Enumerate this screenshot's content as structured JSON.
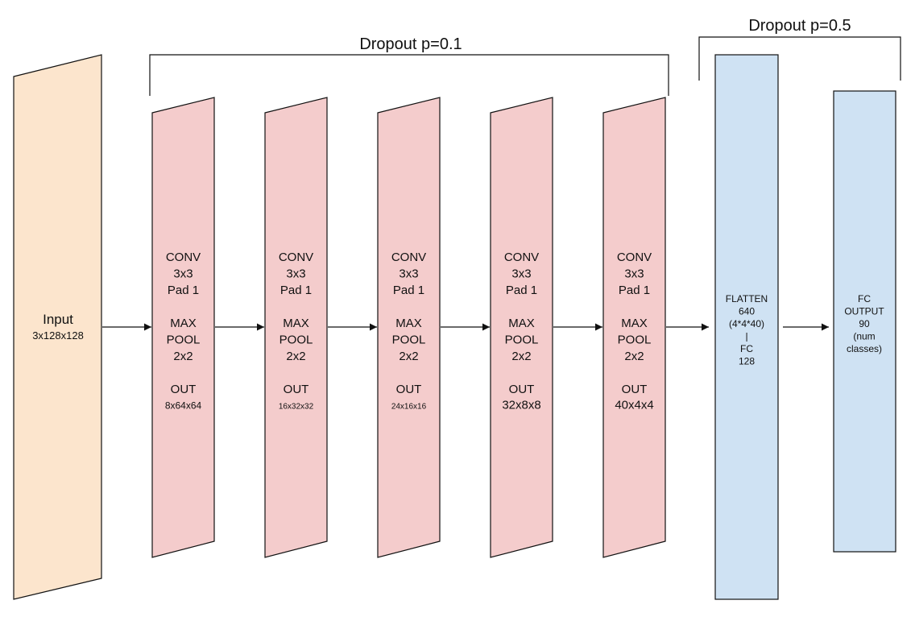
{
  "colors": {
    "input_fill": "#fce5cd",
    "conv_fill": "#f4cccc",
    "fc_fill": "#cfe2f3",
    "stroke": "#111111"
  },
  "dropout_groups": {
    "conv": "Dropout p=0.1",
    "fc": "Dropout p=0.5"
  },
  "input_block": {
    "title": "Input",
    "shape": "3x128x128"
  },
  "conv_blocks": [
    {
      "lines": [
        "CONV",
        "3x3",
        "Pad 1",
        "",
        "MAX",
        "POOL",
        "2x2",
        "",
        "OUT"
      ],
      "out": "8x64x64",
      "out_size": "small"
    },
    {
      "lines": [
        "CONV",
        "3x3",
        "Pad 1",
        "",
        "MAX",
        "POOL",
        "2x2",
        "",
        "OUT"
      ],
      "out": "16x32x32",
      "out_size": "tiny"
    },
    {
      "lines": [
        "CONV",
        "3x3",
        "Pad 1",
        "",
        "MAX",
        "POOL",
        "2x2",
        "",
        "OUT"
      ],
      "out": "24x16x16",
      "out_size": "tiny"
    },
    {
      "lines": [
        "CONV",
        "3x3",
        "Pad 1",
        "",
        "MAX",
        "POOL",
        "2x2",
        "",
        "OUT"
      ],
      "out": "32x8x8",
      "out_size": "normal"
    },
    {
      "lines": [
        "CONV",
        "3x3",
        "Pad 1",
        "",
        "MAX",
        "POOL",
        "2x2",
        "",
        "OUT"
      ],
      "out": "40x4x4",
      "out_size": "normal"
    }
  ],
  "fc_blocks": [
    {
      "lines": [
        "FLATTEN",
        "640",
        "(4*4*40)",
        "|",
        "FC",
        "128"
      ]
    },
    {
      "lines": [
        "FC",
        "OUTPUT",
        "90",
        "(num",
        "classes)"
      ]
    }
  ]
}
